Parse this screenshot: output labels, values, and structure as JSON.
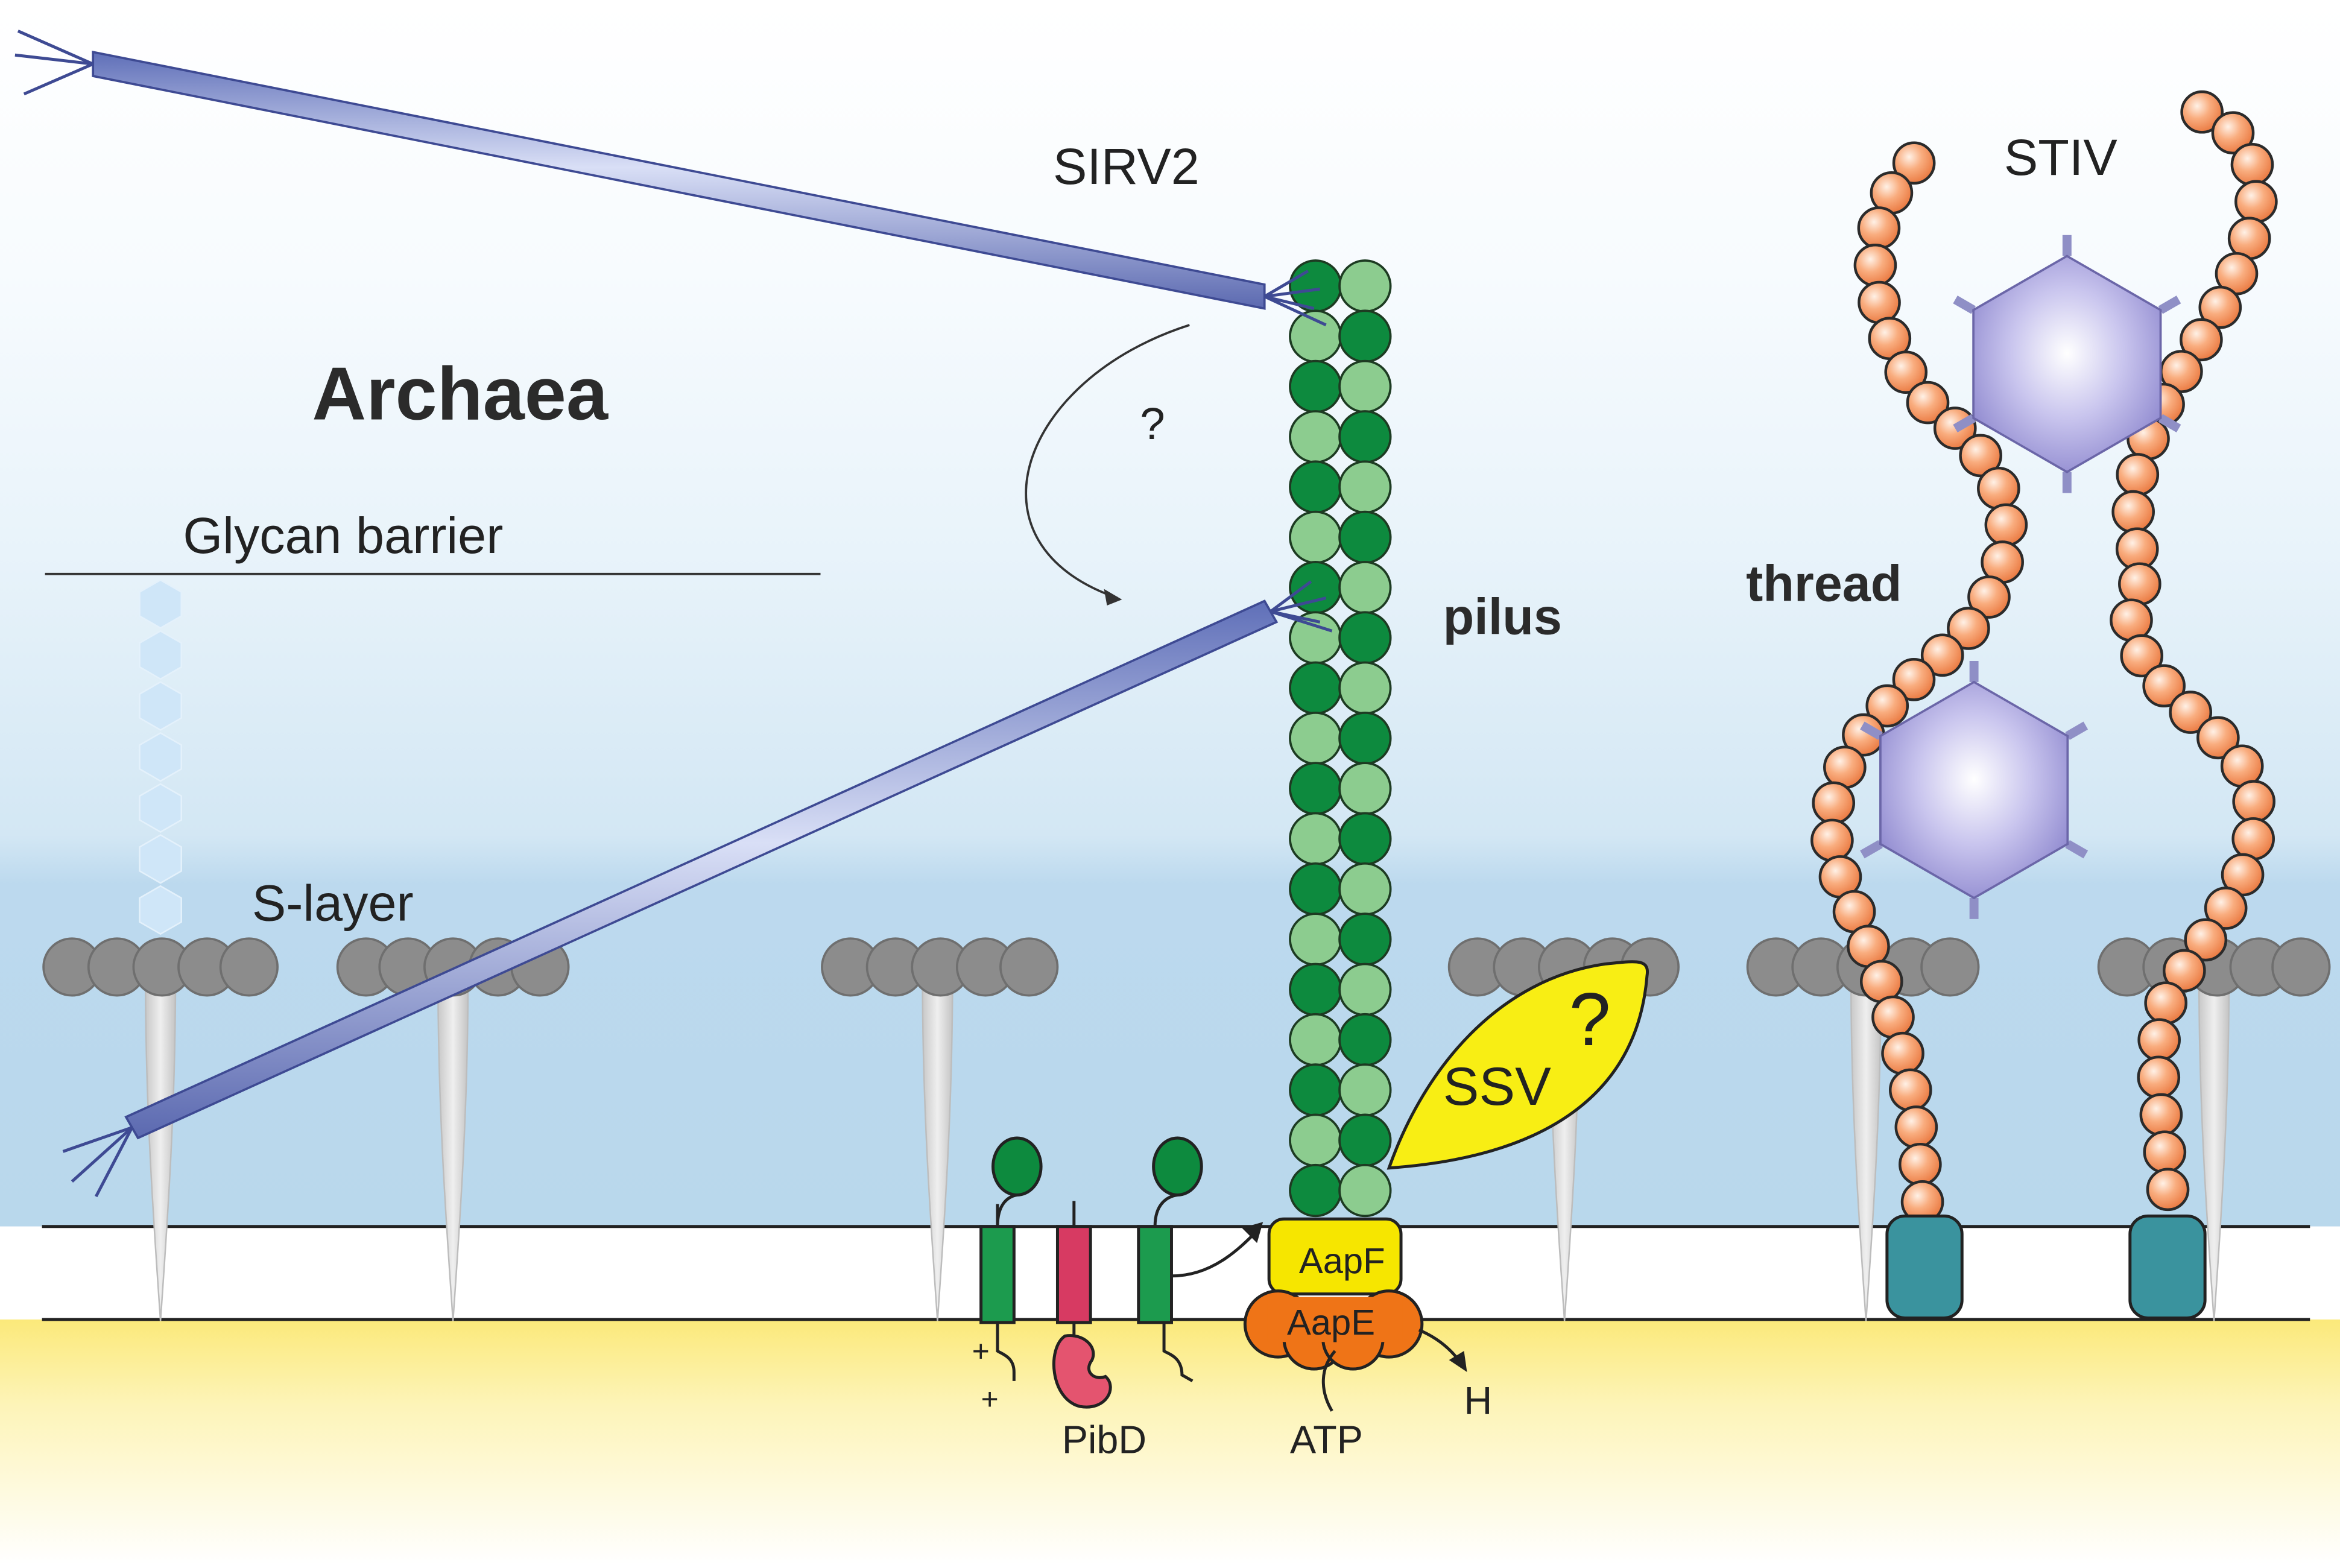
{
  "title": "Archaea",
  "labels": {
    "sirv2": "SIRV2",
    "question_top": "?",
    "glycan_barrier": "Glycan barrier",
    "s_layer": "S-layer",
    "pilus": "pilus",
    "stiv": "STIV",
    "thread": "thread",
    "ssv": "SSV",
    "ssv_question": "?",
    "aapf": "AapF",
    "aape": "AapE",
    "atp": "ATP",
    "h": "H",
    "pibd": "PibD",
    "plus": "+"
  },
  "colors": {
    "virion_blue": "#8a99d6",
    "pilus_dark": "#0d8a3e",
    "pilus_light": "#8ccc8f",
    "bead_orange": "#f79763",
    "stiv_purple": "#b2ade0",
    "slayer_gray": "#8c8c8c",
    "membrane_yellow": "#fbf1a0",
    "aapf_yellow": "#f6e600",
    "aape_orange": "#ef7417",
    "ssv_yellow": "#fbf124",
    "anchor_teal": "#3a939e",
    "pibd_red": "#d83a63",
    "glycan_blue": "#cfe6f8"
  },
  "icons": [
    "hexagon-capsid-icon",
    "lemon-virion-icon",
    "rod-virion-icon"
  ]
}
